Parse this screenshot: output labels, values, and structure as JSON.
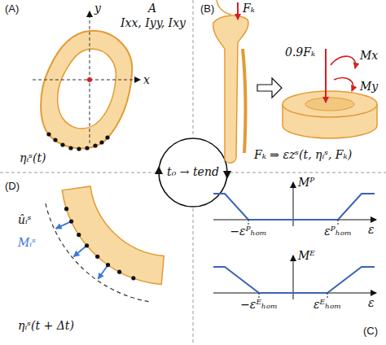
{
  "diagram": {
    "labels": [
      "(A)",
      "y",
      "x",
      "A",
      "Ixx, Iyy, Ixy",
      "ηᵢˢ(t)",
      "(B)",
      "Fₖ",
      "0.9Fₖ",
      "Mx",
      "My",
      "Fₖ ⇒ εzˢ(t, ηᵢˢ, Fₖ)",
      "t₀ → tend",
      "Mᴾ",
      "ε",
      "−εᴾₕₒₘ",
      "εᴾₕₒₘ",
      "Mᴱ",
      "ε",
      "−εᴱₕₒₘ",
      "εᴱₕₒₘ",
      "(C)",
      "(D)",
      "ûᵢˢ",
      "Mᵢˢ",
      "ηᵢˢ(t + Δt)"
    ]
  }
}
